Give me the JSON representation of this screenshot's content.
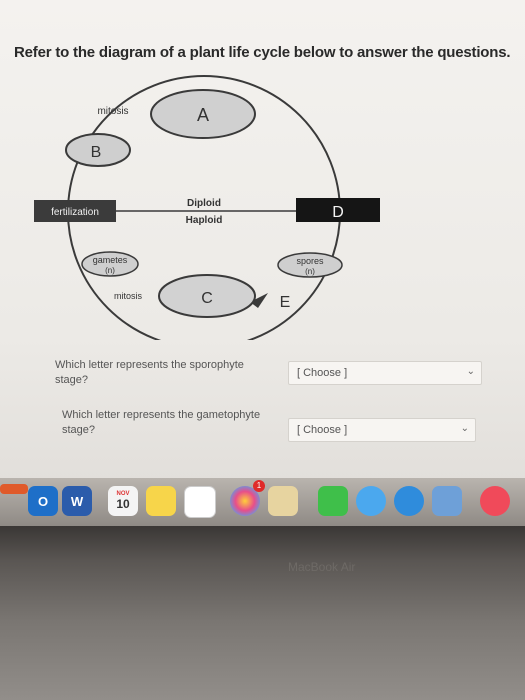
{
  "question": {
    "title": "Refer to the diagram of a plant life cycle below to answer the questions."
  },
  "diagram": {
    "node_a": "A",
    "node_b": "B",
    "node_c": "C",
    "node_d": "D",
    "label_e": "E",
    "mitosis_top": "mitosis",
    "mitosis_bottom": "mitosis",
    "fertilization": "fertilization",
    "diploid": "Diploid",
    "haploid": "Haploid",
    "gametes": "gametes",
    "gametes_n": "(n)",
    "spores": "spores",
    "spores_n": "(n)"
  },
  "questions": [
    {
      "prompt_line1": "Which letter represents the sporophyte",
      "prompt_line2": "stage?",
      "selected": "[ Choose ]"
    },
    {
      "prompt_line1": "Which letter represents the gametophyte",
      "prompt_line2": "stage?",
      "selected": "[ Choose ]"
    }
  ],
  "dock": {
    "word_label": "W",
    "calendar_month": "NOV",
    "calendar_day": "10",
    "badge_count": "1"
  },
  "bezel": {
    "brand": "MacBook Air"
  },
  "icons": [
    "outlook-icon",
    "word-icon",
    "calendar-icon",
    "notes-icon",
    "reminders-icon",
    "photos-icon",
    "messages-icon",
    "facetime-icon",
    "safari-icon",
    "preview-icon",
    "news-icon"
  ]
}
